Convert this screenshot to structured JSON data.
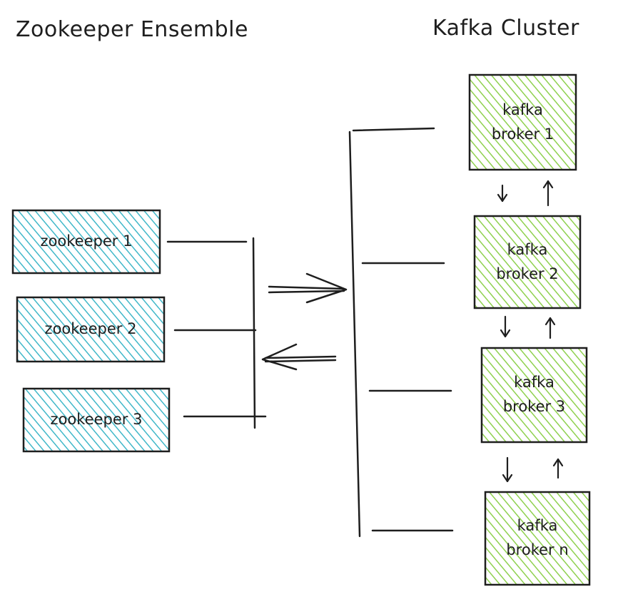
{
  "titles": {
    "zookeeper": "Zookeeper Ensemble",
    "kafka": "Kafka Cluster"
  },
  "zookeeper_nodes": [
    {
      "label": "zookeeper 1"
    },
    {
      "label": "zookeeper 2"
    },
    {
      "label": "zookeeper 3"
    }
  ],
  "kafka_brokers": [
    {
      "label": "kafka\nbroker 1"
    },
    {
      "label": "kafka\nbroker 2"
    },
    {
      "label": "kafka\nbroker 3"
    },
    {
      "label": "kafka\nbroker n"
    }
  ],
  "colors": {
    "zookeeper_fill": "#41b8c9",
    "kafka_fill": "#8fd14f",
    "stroke": "#1e1e1e"
  }
}
